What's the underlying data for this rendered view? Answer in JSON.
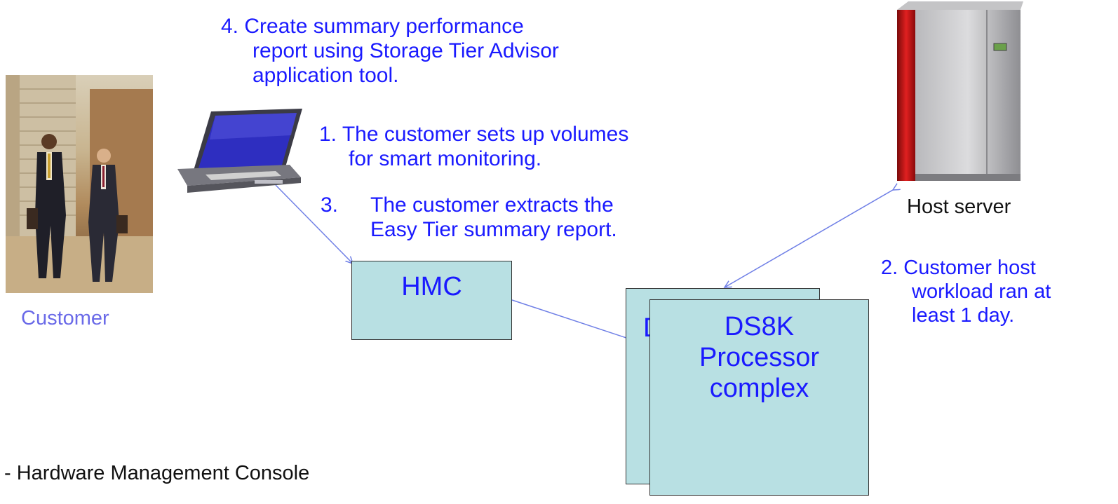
{
  "steps": {
    "step4": {
      "number": "4.",
      "line1": "Create summary performance",
      "line2": "report using Storage Tier Advisor",
      "line3": "application tool."
    },
    "step1": {
      "number": "1.",
      "line1": "The customer sets up volumes",
      "line2": "for smart monitoring."
    },
    "step3": {
      "number": "3.",
      "line1": "The customer extracts the",
      "line2": "Easy Tier summary report."
    },
    "step2": {
      "number": "2.",
      "line1": "Customer host",
      "line2": "workload ran at",
      "line3": "least 1 day."
    }
  },
  "labels": {
    "customer": "Customer",
    "host_server": "Host server",
    "hmc": "HMC",
    "ds8k_back_partial": "D",
    "ds8k_line1": "DS8K",
    "ds8k_line2": "Processor",
    "ds8k_line3": "complex",
    "footnote": "- Hardware Management Console"
  },
  "colors": {
    "text_blue": "#1a1aff",
    "box_fill": "#b8e0e3",
    "connector": "#6f7fe6"
  }
}
